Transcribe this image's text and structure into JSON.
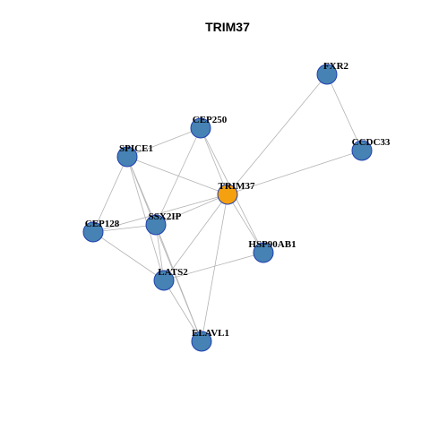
{
  "title": "TRIM37",
  "colors": {
    "node_default": "#4682b4",
    "node_highlight": "#f5a00f",
    "node_border": "#1f3fb0",
    "edge": "#b3b3b3"
  },
  "nodes": [
    {
      "id": "FXR2",
      "label": "FXR2",
      "highlight": false
    },
    {
      "id": "CCDC33",
      "label": "CCDC33",
      "highlight": false
    },
    {
      "id": "CEP250",
      "label": "CEP250",
      "highlight": false
    },
    {
      "id": "SPICE1",
      "label": "SPICE1",
      "highlight": false
    },
    {
      "id": "TRIM37",
      "label": "TRIM37",
      "highlight": true
    },
    {
      "id": "SSX2IP",
      "label": "SSX2IP",
      "highlight": false
    },
    {
      "id": "CEP128",
      "label": "CEP128",
      "highlight": false
    },
    {
      "id": "HSP90AB1",
      "label": "HSP90AB1",
      "highlight": false
    },
    {
      "id": "LATS2",
      "label": "LATS2",
      "highlight": false
    },
    {
      "id": "ELAVL1",
      "label": "ELAVL1",
      "highlight": false
    }
  ],
  "edges": [
    [
      "FXR2",
      "TRIM37"
    ],
    [
      "FXR2",
      "CCDC33"
    ],
    [
      "CCDC33",
      "TRIM37"
    ],
    [
      "CEP250",
      "SPICE1"
    ],
    [
      "CEP250",
      "TRIM37"
    ],
    [
      "CEP250",
      "SSX2IP"
    ],
    [
      "CEP250",
      "HSP90AB1"
    ],
    [
      "SPICE1",
      "TRIM37"
    ],
    [
      "SPICE1",
      "SSX2IP"
    ],
    [
      "SPICE1",
      "CEP128"
    ],
    [
      "SPICE1",
      "LATS2"
    ],
    [
      "SPICE1",
      "ELAVL1"
    ],
    [
      "TRIM37",
      "SSX2IP"
    ],
    [
      "TRIM37",
      "CEP128"
    ],
    [
      "TRIM37",
      "HSP90AB1"
    ],
    [
      "TRIM37",
      "LATS2"
    ],
    [
      "TRIM37",
      "ELAVL1"
    ],
    [
      "SSX2IP",
      "CEP128"
    ],
    [
      "SSX2IP",
      "LATS2"
    ],
    [
      "SSX2IP",
      "ELAVL1"
    ],
    [
      "CEP128",
      "LATS2"
    ],
    [
      "LATS2",
      "HSP90AB1"
    ],
    [
      "LATS2",
      "ELAVL1"
    ]
  ]
}
